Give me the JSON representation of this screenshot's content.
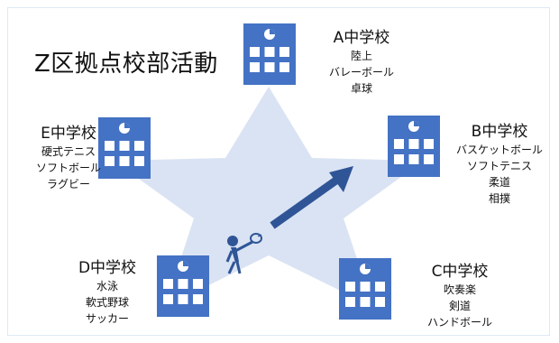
{
  "title": "Z区拠点校部活動",
  "colors": {
    "building": "#4472c4",
    "window": "#ffffff",
    "star_fill": "#dae3f3",
    "arrow": "#2f5597",
    "frame": "#dfe8f3",
    "text": "#111111"
  },
  "schools": {
    "a": {
      "name": "A中学校",
      "activities": [
        "陸上",
        "バレーボール",
        "卓球"
      ]
    },
    "b": {
      "name": "B中学校",
      "activities": [
        "バスケットボール",
        "ソフトテニス",
        "柔道",
        "相撲"
      ]
    },
    "c": {
      "name": "C中学校",
      "activities": [
        "吹奏楽",
        "剣道",
        "ハンドボール"
      ]
    },
    "d": {
      "name": "D中学校",
      "activities": [
        "水泳",
        "軟式野球",
        "サッカー"
      ]
    },
    "e": {
      "name": "E中学校",
      "activities": [
        "硬式テニス",
        "ソフトボール",
        "ラグビー"
      ]
    }
  },
  "icons": {
    "building": "school-building-icon",
    "player": "tennis-player-icon",
    "arrow": "arrow-icon"
  }
}
